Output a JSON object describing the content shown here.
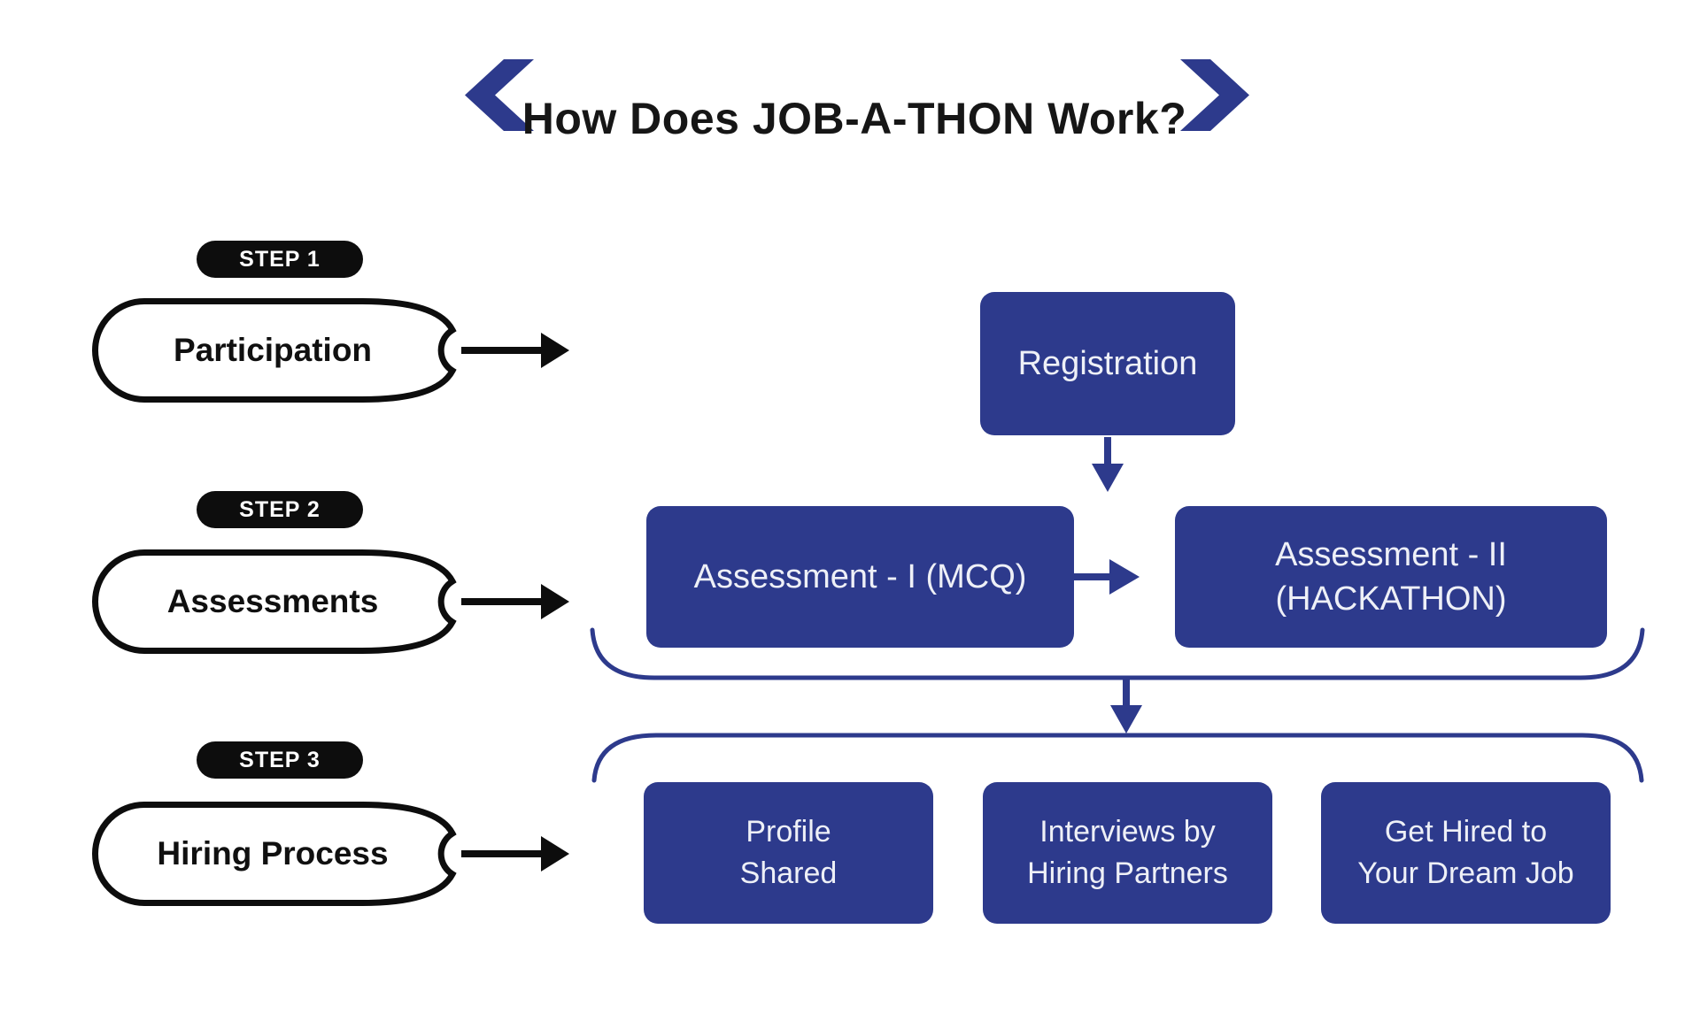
{
  "title": "How Does JOB-A-THON Work?",
  "colors": {
    "blue": "#2d3a8c",
    "ink": "#111111",
    "paper": "#ffffff"
  },
  "icons": {
    "left_chevron": "❮",
    "right_chevron": "❯",
    "arrow": "➜"
  },
  "steps": [
    {
      "badge": "STEP 1",
      "label": "Participation"
    },
    {
      "badge": "STEP 2",
      "label": "Assessments"
    },
    {
      "badge": "STEP 3",
      "label": "Hiring Process"
    }
  ],
  "flow": {
    "registration": "Registration",
    "assessment1": "Assessment - I (MCQ)",
    "assessment2_line1": "Assessment - II",
    "assessment2_line2": "(HACKATHON)",
    "hiring": [
      {
        "line1": "Profile",
        "line2": "Shared"
      },
      {
        "line1": "Interviews by",
        "line2": "Hiring Partners"
      },
      {
        "line1": "Get Hired to",
        "line2": "Your Dream Job"
      }
    ]
  }
}
